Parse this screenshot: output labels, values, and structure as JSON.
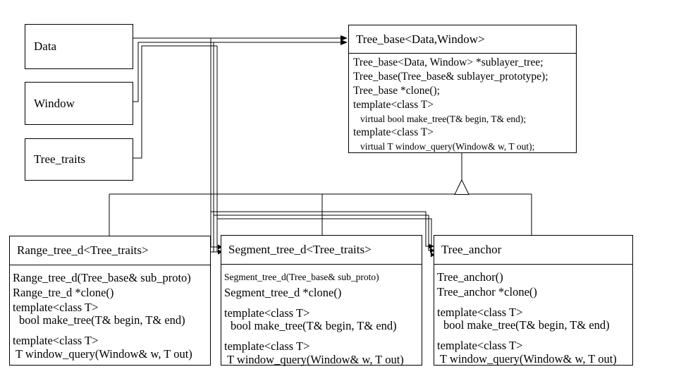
{
  "param_boxes": {
    "data": {
      "label": "Data"
    },
    "window": {
      "label": "Window"
    },
    "tree_traits": {
      "label": "Tree_traits"
    }
  },
  "classes": {
    "tree_base": {
      "title": "Tree_base<Data,Window>",
      "members": [
        "Tree_base<Data, Window> *sublayer_tree;",
        "Tree_base(Tree_base& sublayer_prototype);",
        "Tree_base *clone();",
        "template<class T>",
        "virtual bool make_tree(T& begin, T& end);",
        "template<class T>",
        "virtual T window_query(Window& w, T out);"
      ]
    },
    "range_tree_d": {
      "title": "Range_tree_d<Tree_traits>",
      "members": [
        "Range_tree_d(Tree_base& sub_proto)",
        "Range_tre_d *clone()",
        "template<class T>",
        "bool make_tree(T& begin, T& end)",
        "template<class T>",
        "T window_query(Window& w, T out)"
      ]
    },
    "segment_tree_d": {
      "title": "Segment_tree_d<Tree_traits>",
      "members": [
        "Segment_tree_d(Tree_base& sub_proto)",
        "Segment_tree_d *clone()",
        "template<class T>",
        "bool make_tree(T& begin, T& end)",
        "template<class T>",
        "T window_query(Window& w, T out)"
      ]
    },
    "tree_anchor": {
      "title": "Tree_anchor",
      "members": [
        "Tree_anchor()",
        "Tree_anchor *clone()",
        "template<class T>",
        "bool make_tree(T& begin, T& end)",
        "template<class T>",
        "T window_query(Window& w, T out)"
      ]
    }
  },
  "colors": {
    "line": "#000000",
    "background": "#ffffff"
  }
}
